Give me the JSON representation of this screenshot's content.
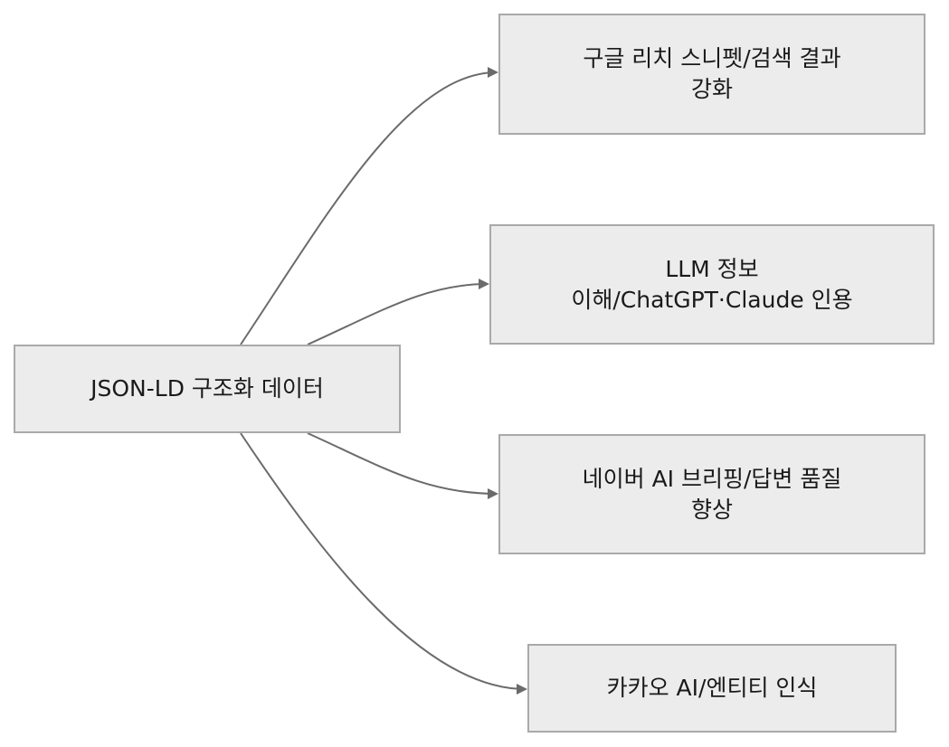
{
  "diagram": {
    "source": {
      "label": "JSON-LD 구조화 데이터"
    },
    "targets": [
      {
        "label": "구글 리치 스니펫/검색 결과\n강화"
      },
      {
        "label": "LLM 정보\n이해/ChatGPT·Claude 인용"
      },
      {
        "label": "네이버 AI 브리핑/답변 품질\n향상"
      },
      {
        "label": "카카오 AI/엔티티 인식"
      }
    ],
    "colors": {
      "node_fill": "#ececec",
      "node_border": "#a9a9a9",
      "edge": "#6b6b6b",
      "text": "#1a1a1a"
    }
  }
}
